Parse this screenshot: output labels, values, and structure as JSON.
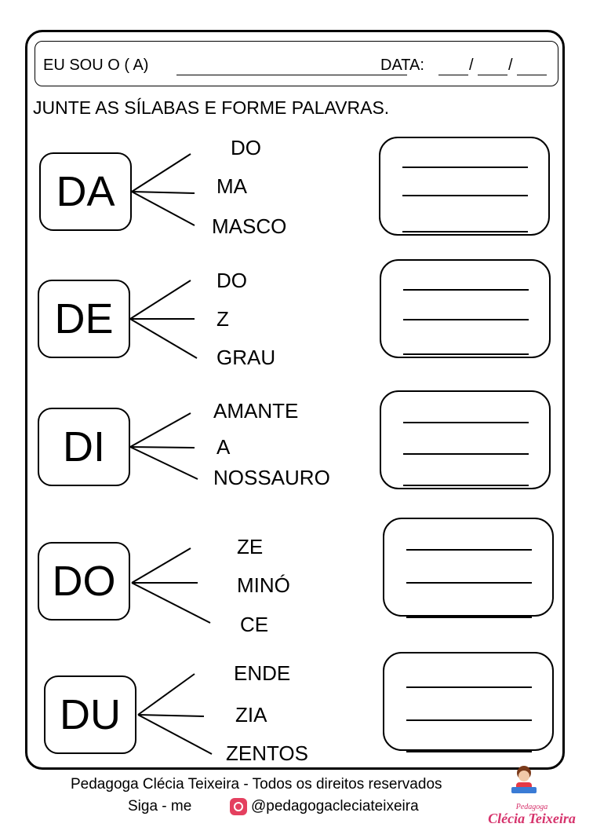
{
  "header": {
    "name_label": "EU SOU O ( A)",
    "date_label": "DATA:",
    "slash": "/"
  },
  "instruction": "JUNTE AS SÍLABAS E FORME PALAVRAS.",
  "groups": [
    {
      "syllable": "DA",
      "fragments": [
        "DO",
        "MA",
        "MASCO"
      ]
    },
    {
      "syllable": "DE",
      "fragments": [
        "DO",
        "Z",
        "GRAU"
      ]
    },
    {
      "syllable": "DI",
      "fragments": [
        "AMANTE",
        "A",
        "NOSSAURO"
      ]
    },
    {
      "syllable": "DO",
      "fragments": [
        "ZE",
        "MINÓ",
        "CE"
      ]
    },
    {
      "syllable": "DU",
      "fragments": [
        "ENDE",
        "ZIA",
        "ZENTOS"
      ]
    }
  ],
  "footer": {
    "copyright": "Pedagoga Clécia Teixeira - Todos os direitos reservados",
    "follow": "Siga - me",
    "instagram": "@pedagogacleciateixeira",
    "icon": "instagram-icon"
  },
  "logo": {
    "line1": "Pedagoga",
    "line2": "Clécia Teixeira"
  },
  "colors": {
    "instagram": "#e4405f",
    "logo_text": "#d6336c"
  }
}
